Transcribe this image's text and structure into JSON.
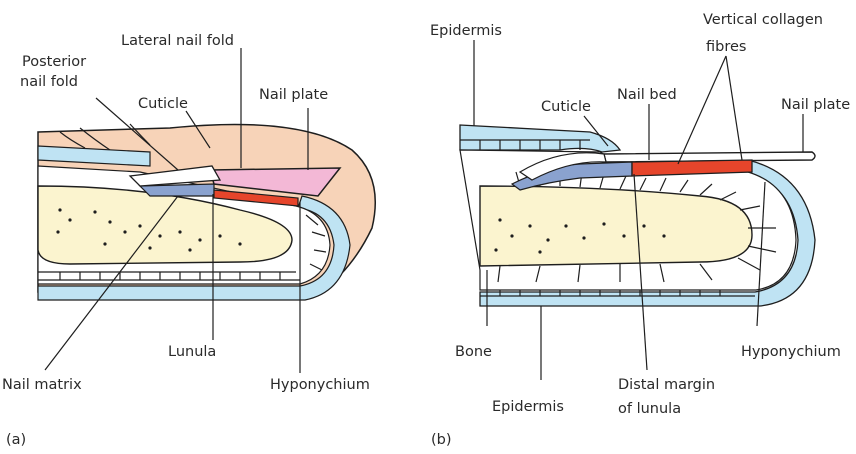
{
  "panel_a": {
    "label": "(a)",
    "labels": {
      "lateral_nail_fold": "Lateral nail fold",
      "posterior_nail_fold_1": "Posterior",
      "posterior_nail_fold_2": "nail fold",
      "cuticle": "Cuticle",
      "nail_plate": "Nail plate",
      "nail_matrix": "Nail matrix",
      "lunula": "Lunula",
      "hyponychium": "Hyponychium"
    }
  },
  "panel_b": {
    "label": "(b)",
    "labels": {
      "epidermis_top": "Epidermis",
      "vertical_collagen_1": "Vertical collagen",
      "vertical_collagen_2": "fibres",
      "nail_bed": "Nail bed",
      "cuticle": "Cuticle",
      "nail_plate": "Nail plate",
      "bone": "Bone",
      "hyponychium": "Hyponychium",
      "epidermis_bottom": "Epidermis",
      "distal_margin_1": "Distal margin",
      "distal_margin_2": "of lunula"
    }
  },
  "colors": {
    "skin": "#f7d3b8",
    "epidermis": "#bfe3f3",
    "bone": "#fbf4cf",
    "nail_plate": "#f3b8d6",
    "nail_bed": "#e6452b",
    "matrix": "#8aa2cf"
  }
}
